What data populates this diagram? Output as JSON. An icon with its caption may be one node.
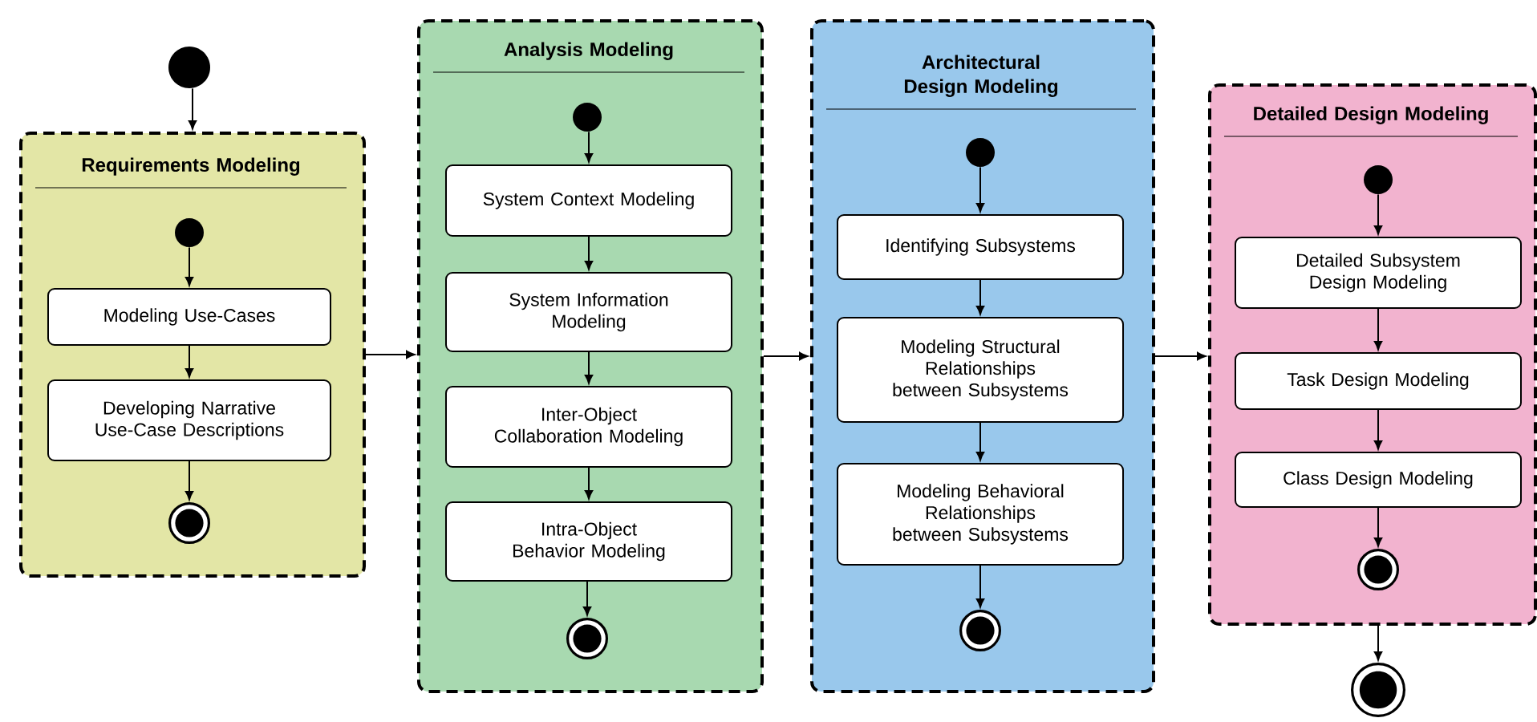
{
  "diagram": {
    "nodes": [
      {
        "text": [],
        "shape": "circle"
      },
      {
        "text": [
          "Requirements Modeling"
        ]
      },
      {
        "text": [],
        "shape": "circle",
        "in": 1
      },
      {
        "text": [
          "Modeling Use-Cases"
        ],
        "in": 1
      },
      {
        "text": [
          "Developing Narrative Use-Case Descriptions"
        ],
        "in": 1
      },
      {
        "text": [],
        "shape": "bullseye",
        "in": 1
      },
      {
        "text": [
          "Analysis Modeling"
        ]
      },
      {
        "text": [],
        "shape": "circle",
        "in": 6
      },
      {
        "text": [
          "System Context Modeling"
        ],
        "in": 6
      },
      {
        "text": [
          "System Information Modeling"
        ],
        "in": 6
      },
      {
        "text": [
          "Inter-Object Collaboration Modeling"
        ],
        "in": 6
      },
      {
        "text": [
          "Intra-Object Behavior Modeling"
        ],
        "in": 6
      },
      {
        "text": [],
        "shape": "bullseye",
        "in": 6
      },
      {
        "text": [
          "Architectural Design Modeling"
        ]
      },
      {
        "text": [],
        "shape": "circle",
        "in": 13
      },
      {
        "text": [
          "Identifying Subsystems"
        ],
        "in": 13
      },
      {
        "text": [
          "Modeling Structural Relationships between Subsystems"
        ],
        "in": 13
      },
      {
        "text": [
          "Modeling Behavioral Relationships between Subsystems"
        ],
        "in": 13
      },
      {
        "text": [],
        "shape": "bullseye",
        "in": 13
      },
      {
        "text": [
          "Detailed Design Modeling"
        ]
      },
      {
        "text": [],
        "shape": "circle",
        "in": 19
      },
      {
        "text": [
          "Detailed Subsystem Design Modeling"
        ],
        "in": 19
      },
      {
        "text": [
          "Task Design Modeling"
        ],
        "in": 19
      },
      {
        "text": [
          "Class Design Modeling"
        ],
        "in": 19
      },
      {
        "text": [],
        "shape": "bullseye",
        "in": 19
      },
      {
        "text": [],
        "shape": "bullseye"
      }
    ],
    "edges": [
      {
        "from": 0,
        "to": 1,
        "arrow": "to"
      },
      {
        "from": 2,
        "to": 3,
        "arrow": "to"
      },
      {
        "from": 3,
        "to": 4,
        "arrow": "to"
      },
      {
        "from": 4,
        "to": 5,
        "arrow": "to"
      },
      {
        "from": 1,
        "to": 6,
        "arrow": "to"
      },
      {
        "from": 7,
        "to": 8,
        "arrow": "to"
      },
      {
        "from": 8,
        "to": 9,
        "arrow": "to"
      },
      {
        "from": 9,
        "to": 10,
        "arrow": "to"
      },
      {
        "from": 10,
        "to": 11,
        "arrow": "to"
      },
      {
        "from": 11,
        "to": 12,
        "arrow": "to"
      },
      {
        "from": 6,
        "to": 13,
        "arrow": "to"
      },
      {
        "from": 14,
        "to": 15,
        "arrow": "to"
      },
      {
        "from": 15,
        "to": 16,
        "arrow": "to"
      },
      {
        "from": 16,
        "to": 17,
        "arrow": "to"
      },
      {
        "from": 17,
        "to": 18,
        "arrow": "to"
      },
      {
        "from": 13,
        "to": 19,
        "arrow": "to"
      },
      {
        "from": 20,
        "to": 21,
        "arrow": "to"
      },
      {
        "from": 21,
        "to": 22,
        "arrow": "to"
      },
      {
        "from": 22,
        "to": 23,
        "arrow": "to"
      },
      {
        "from": 23,
        "to": 24,
        "arrow": "to"
      },
      {
        "from": 19,
        "to": 25,
        "arrow": "to"
      }
    ]
  }
}
